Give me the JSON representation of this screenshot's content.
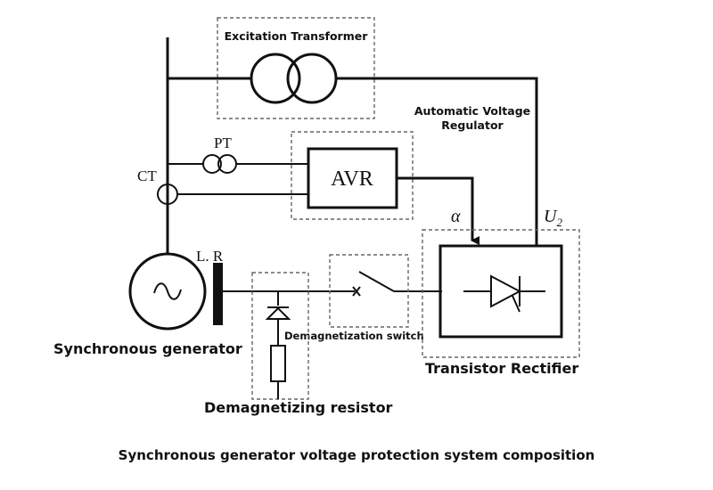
{
  "labels": {
    "excitation_transformer": "Excitation Transformer",
    "avr_caption_line1": "Automatic Voltage",
    "avr_caption_line2": "Regulator",
    "pt": "PT",
    "ct": "CT",
    "avr": "AVR",
    "alpha": "α",
    "u2_base": "U",
    "u2_sub": "2",
    "lr": "L. R",
    "demagnetization_switch": "Demagnetization switch",
    "synchronous_generator": "Synchronous generator",
    "transistor_rectifier": "Transistor Rectifier",
    "demagnetizing_resistor": "Demagnetizing resistor",
    "caption": "Synchronous generator voltage protection system composition"
  }
}
